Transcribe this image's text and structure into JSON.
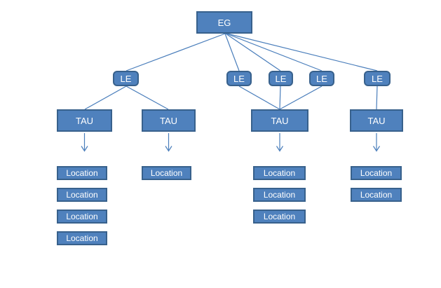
{
  "colors": {
    "node_fill": "#4f81bd",
    "node_border": "#38618c",
    "node_text": "#ffffff",
    "connector": "#4a7ebb",
    "background": "#ffffff"
  },
  "nodes": {
    "eg": {
      "label": "EG"
    },
    "le": [
      {
        "label": "LE"
      },
      {
        "label": "LE"
      },
      {
        "label": "LE"
      },
      {
        "label": "LE"
      },
      {
        "label": "LE"
      }
    ],
    "tau": [
      {
        "label": "TAU"
      },
      {
        "label": "TAU"
      },
      {
        "label": "TAU"
      },
      {
        "label": "TAU"
      }
    ],
    "locations": {
      "col1": [
        "Location",
        "Location",
        "Location",
        "Location"
      ],
      "col2": [
        "Location"
      ],
      "col3": [
        "Location",
        "Location",
        "Location"
      ],
      "col4": [
        "Location",
        "Location"
      ]
    }
  },
  "structure": {
    "eg_children": [
      "LE-1",
      "LE-2",
      "LE-3",
      "LE-4",
      "LE-5"
    ],
    "le1_children": [
      "TAU-1",
      "TAU-2"
    ],
    "le2_children": [
      "TAU-3"
    ],
    "le3_children": [
      "TAU-3"
    ],
    "le4_children": [
      "TAU-3"
    ],
    "le5_children": [
      "TAU-4"
    ],
    "tau1_location_count": 4,
    "tau2_location_count": 1,
    "tau3_location_count": 3,
    "tau4_location_count": 2
  }
}
